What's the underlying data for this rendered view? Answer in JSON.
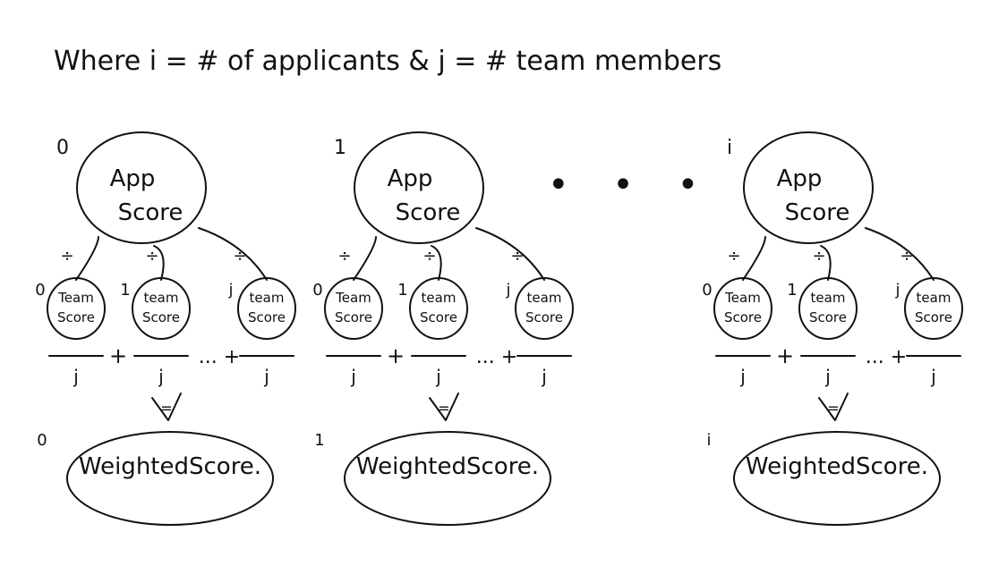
{
  "header": {
    "text": "Where i = # of applicants & j = # team members"
  },
  "dots": "• • •",
  "columns": [
    {
      "index": "0",
      "root_label": "App Score",
      "children": [
        {
          "index": "0",
          "label": "Team Score",
          "denominator": "j"
        },
        {
          "index": "1",
          "label": "team Score",
          "denominator": "j"
        },
        {
          "index": "j",
          "label": "team Score",
          "denominator": "j"
        }
      ],
      "ops": [
        "+",
        "... +"
      ],
      "equals": "=",
      "result_index": "0",
      "result_label": "WeightedScore."
    },
    {
      "index": "1",
      "root_label": "App Score",
      "children": [
        {
          "index": "0",
          "label": "Team Score",
          "denominator": "j"
        },
        {
          "index": "1",
          "label": "team Score",
          "denominator": "j"
        },
        {
          "index": "j",
          "label": "team Score",
          "denominator": "j"
        }
      ],
      "ops": [
        "+",
        "... +"
      ],
      "equals": "=",
      "result_index": "1",
      "result_label": "WeightedScore."
    },
    {
      "index": "i",
      "root_label": "App Score",
      "children": [
        {
          "index": "0",
          "label": "Team Score",
          "denominator": "j"
        },
        {
          "index": "1",
          "label": "team Score",
          "denominator": "j"
        },
        {
          "index": "j",
          "label": "team Score",
          "denominator": "j"
        }
      ],
      "ops": [
        "+",
        "... +"
      ],
      "equals": "=",
      "result_index": "i",
      "result_label": "WeightedScore."
    }
  ]
}
